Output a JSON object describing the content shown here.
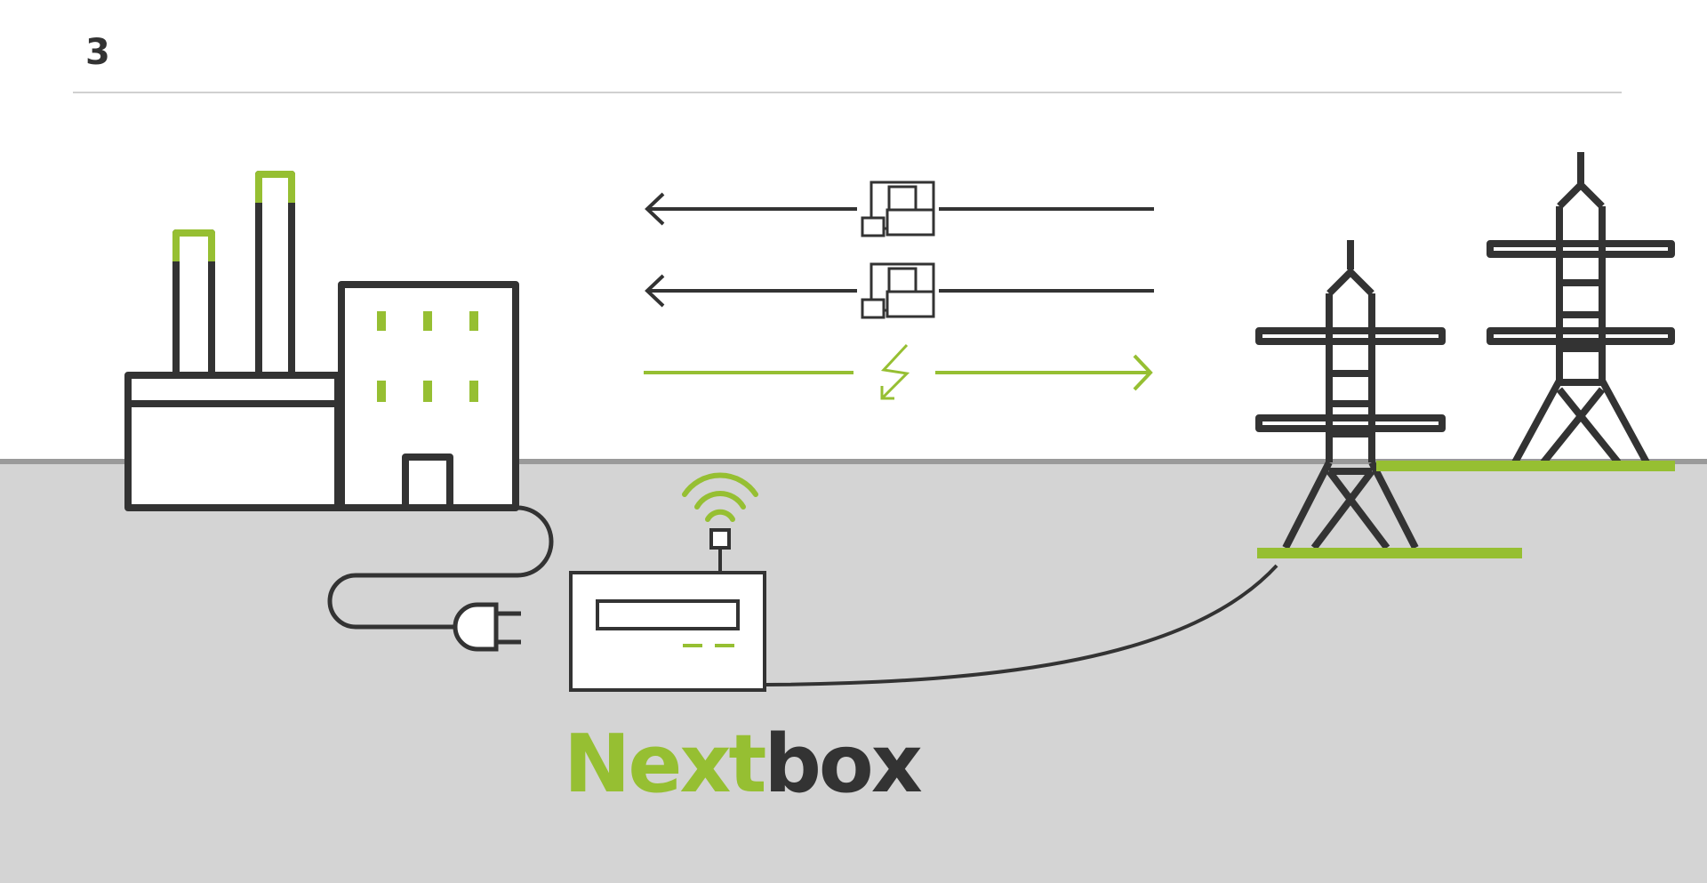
{
  "page": {
    "number": "3"
  },
  "brand": {
    "part1": "Next",
    "part2": "box"
  },
  "colors": {
    "accent": "#96bf32",
    "dark": "#333333",
    "ground": "#d4d4d4",
    "ground_line": "#9a9a9a"
  },
  "icons": {
    "money_flows": [
      "money-icon",
      "money-icon"
    ],
    "energy_flow": "lightning-icon",
    "device_signal": "wifi-signal-icon",
    "plug": "power-plug-icon",
    "factory": "factory-icon",
    "pylons": [
      "pylon-icon",
      "pylon-icon"
    ]
  }
}
